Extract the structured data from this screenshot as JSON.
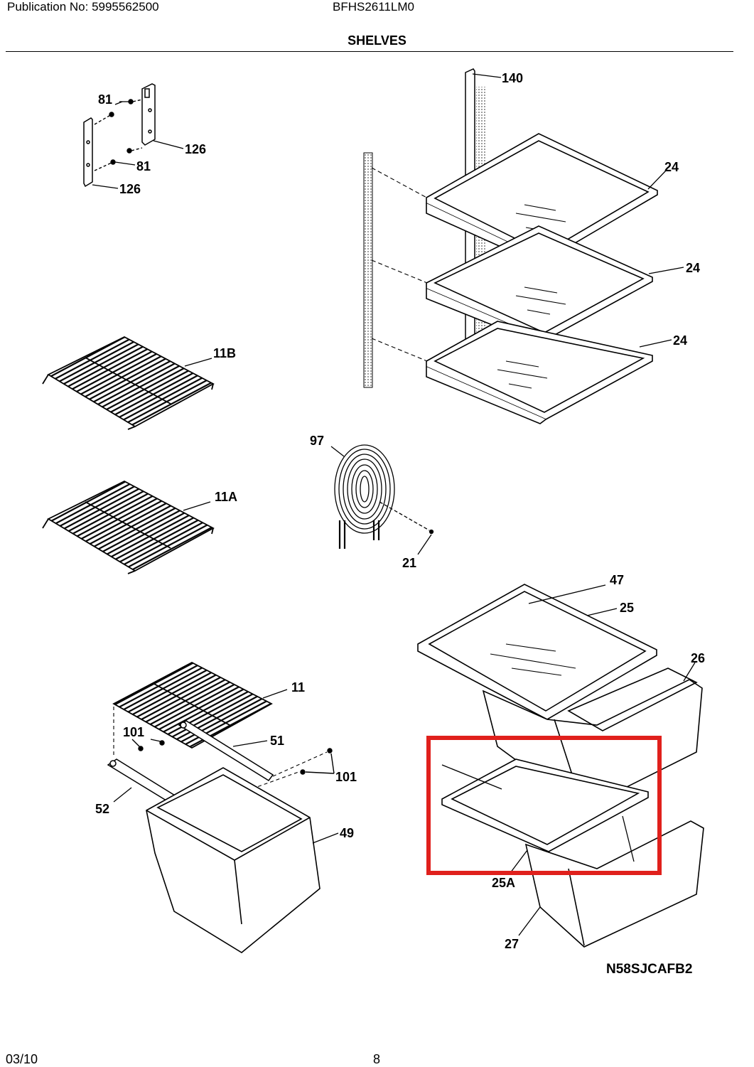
{
  "header": {
    "publication": "Publication No: 5995562500",
    "model": "BFHS2611LM0",
    "section": "SHELVES"
  },
  "labels": {
    "l81a": "81",
    "l126a": "126",
    "l81b": "81",
    "l126b": "126",
    "l140": "140",
    "l24a": "24",
    "l24b": "24",
    "l24c": "24",
    "l11B": "11B",
    "l11A": "11A",
    "l97": "97",
    "l21": "21",
    "l47": "47",
    "l25": "25",
    "l26": "26",
    "l11": "11",
    "l101a": "101",
    "l51": "51",
    "l101b": "101",
    "l52": "52",
    "l49": "49",
    "l25A": "25A",
    "l27": "27"
  },
  "diagram_code": "N58SJCAFB2",
  "highlight_color": "#e0201c",
  "footer": {
    "date": "03/10",
    "page": "8"
  }
}
